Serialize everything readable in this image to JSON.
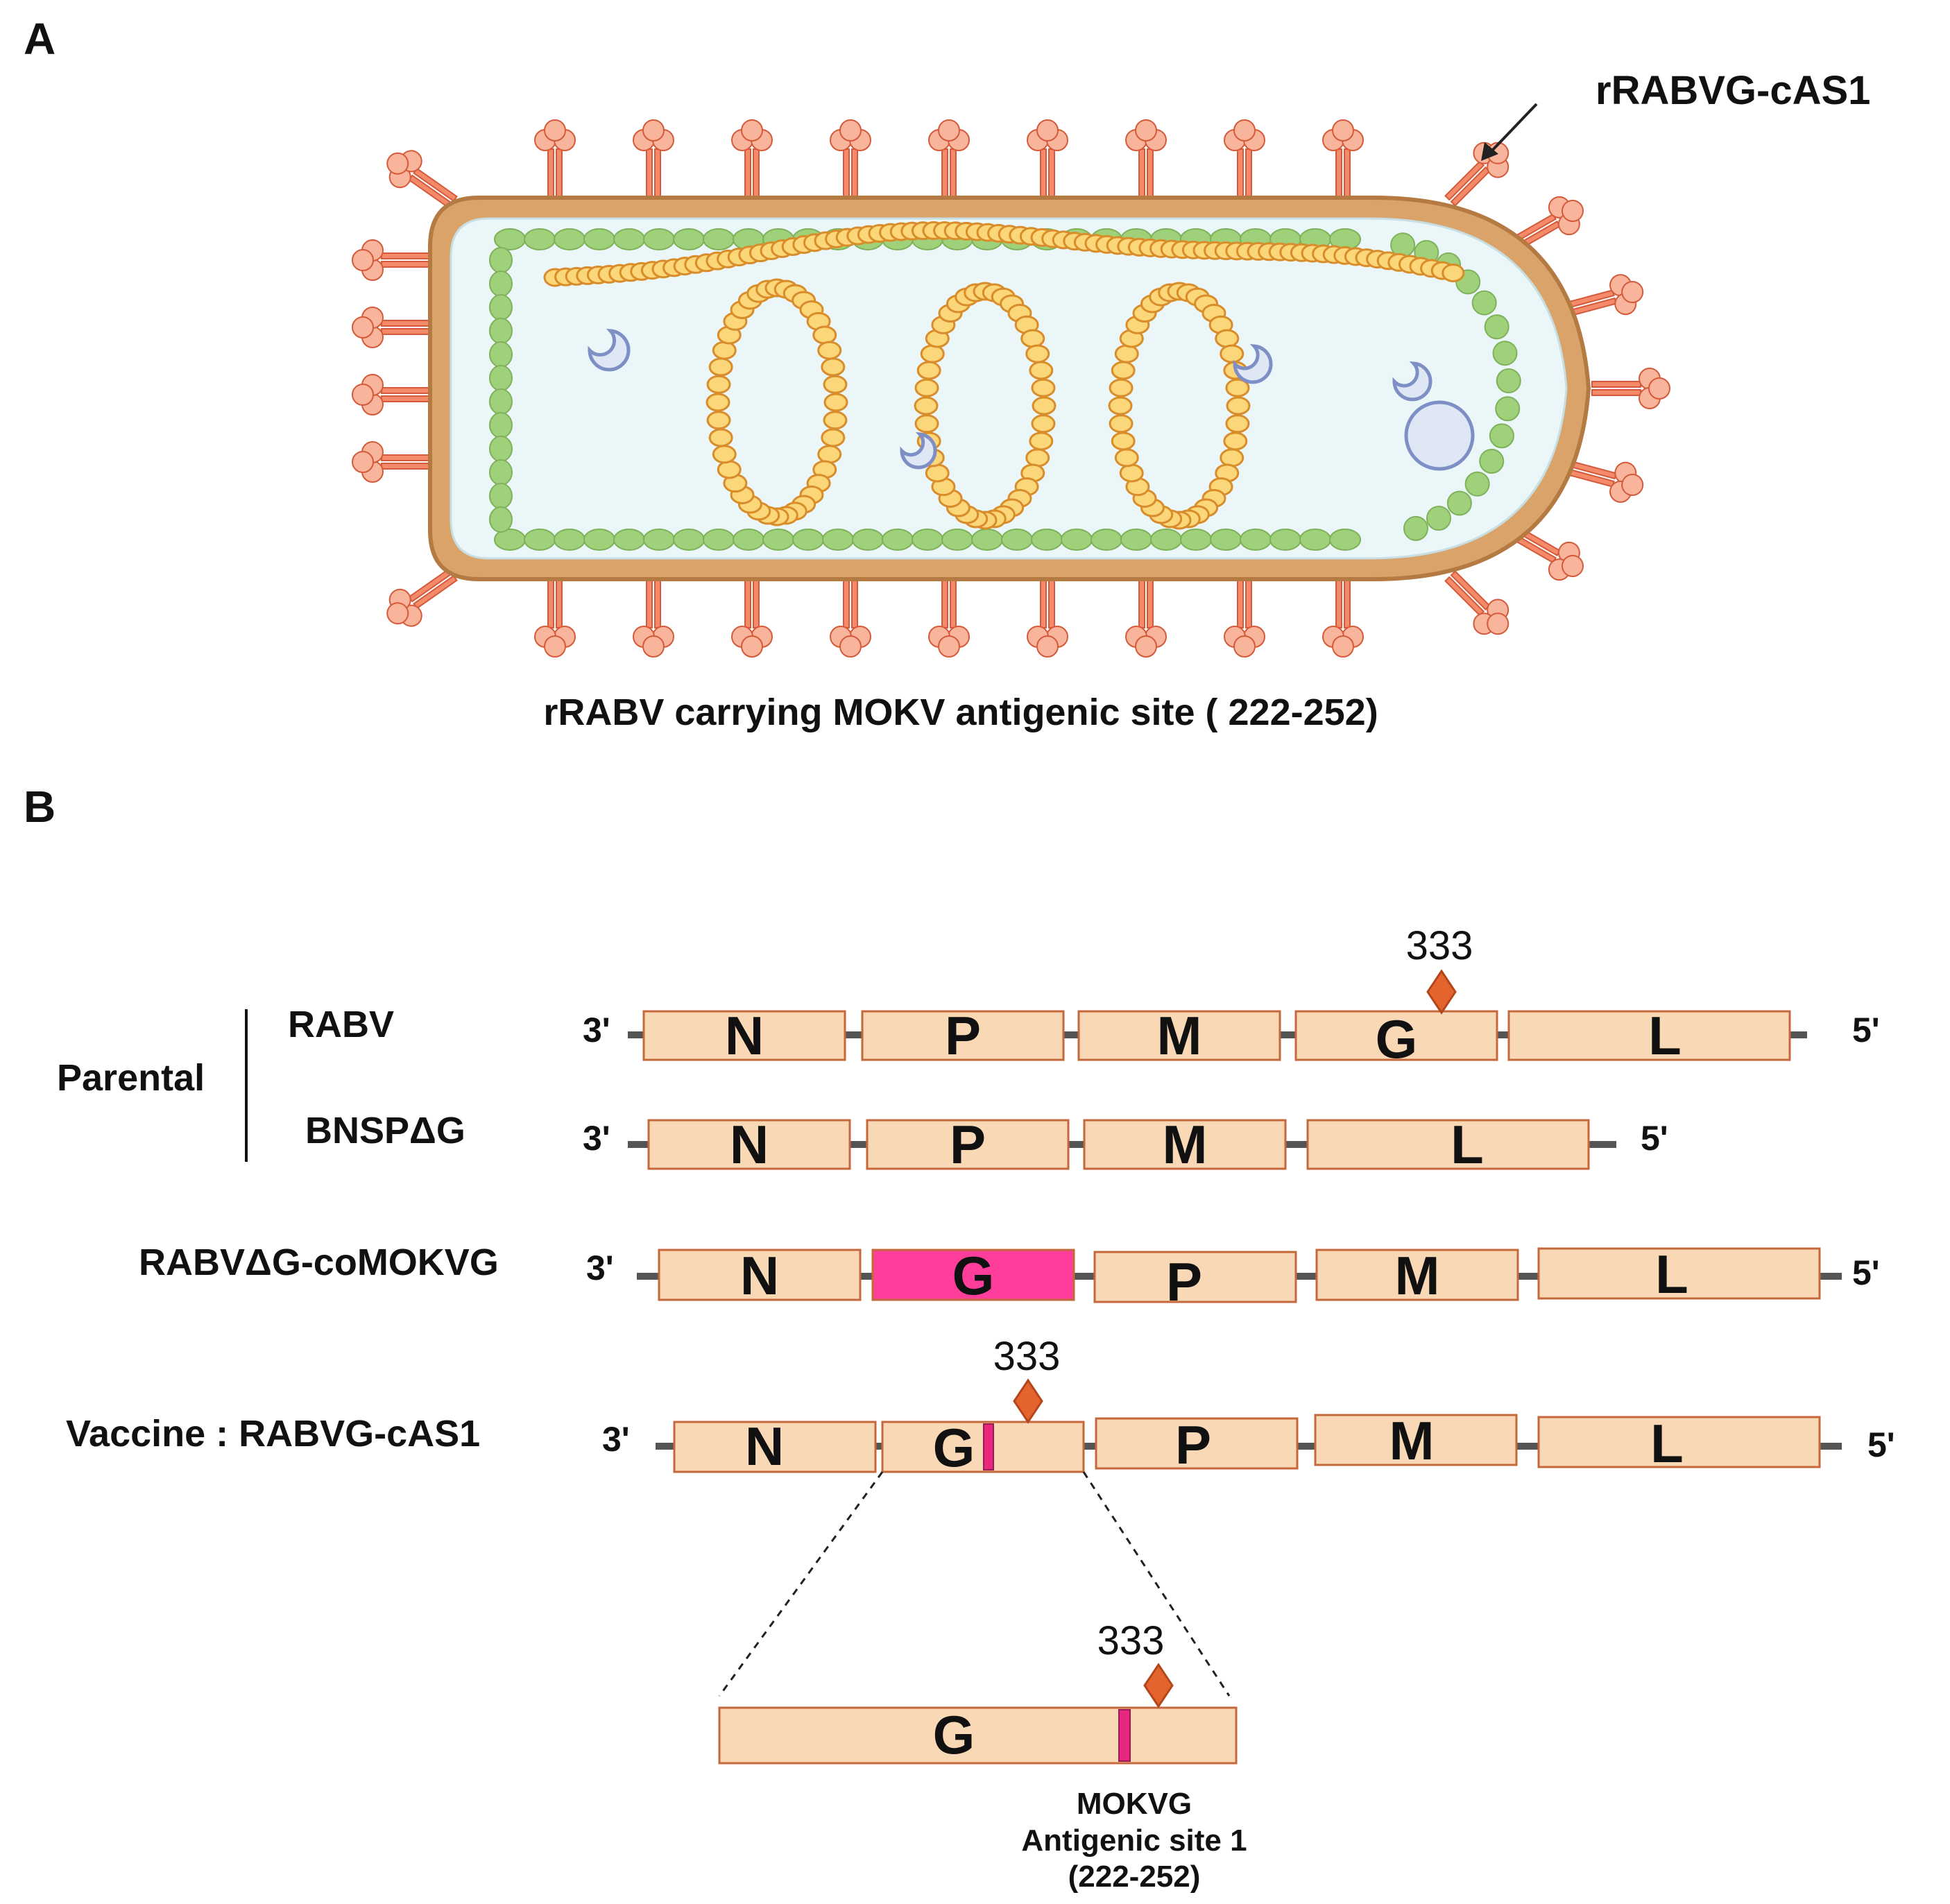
{
  "panel_a": {
    "letter": "A",
    "virion_label": "rRABVG-cAS1",
    "caption": "rRABV carrying MOKV antigenic site ( 222-252)"
  },
  "panel_b": {
    "letter": "B",
    "group_label": "Parental",
    "rows": [
      {
        "name": "RABV",
        "end3": "3'",
        "end5": "5'",
        "genes": [
          "N",
          "P",
          "M",
          "G",
          "L"
        ],
        "marker": "333"
      },
      {
        "name": "BNSPΔG",
        "end3": "3'",
        "end5": "5'",
        "genes": [
          "N",
          "P",
          "M",
          "L"
        ]
      },
      {
        "name": "RABVΔG-coMOKVG",
        "end3": "3'",
        "end5": "5'",
        "genes": [
          "N",
          "G",
          "P",
          "M",
          "L"
        ]
      },
      {
        "name": "Vaccine : RABVG-cAS1",
        "end3": "3'",
        "end5": "5'",
        "genes": [
          "N",
          "G",
          "P",
          "M",
          "L"
        ],
        "marker": "333"
      }
    ],
    "zoom": {
      "gene": "G",
      "marker": "333",
      "site_label": [
        "MOKVG",
        "Antigenic site 1",
        "(222-252)"
      ]
    }
  },
  "colors": {
    "gene_fill": "#f9d8b6",
    "gene_border": "#c5683b",
    "inserted_g": "#ff3d9a",
    "marker": "#e3642c",
    "envelope": "#d9a36a",
    "matrix": "#9fd07a",
    "nucleocapsid": "#f6b93b",
    "glycoprotein": "#f58a6a"
  }
}
